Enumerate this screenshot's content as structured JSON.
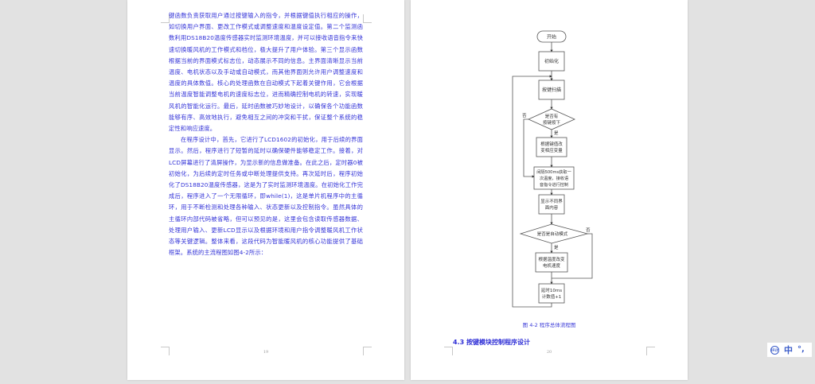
{
  "viewer": {
    "background": "#e2e2e2",
    "text_color": "#3434d8"
  },
  "page1": {
    "page_number": "19",
    "paragraphs": [
      "键函数负责获取用户通过按键输入的指令，并根据键值执行相应的操作，如切换用户界面、更改工作模式或调整速度和温度设定值。第二个监测函数利用DS18B20温度传感器实时监测环境温度，并可以接收语音指令来快速切换暖风机的工作模式和档位，极大提升了用户体验。第三个显示函数根据当前的界面模式标志位，动态展示不同的信息。主界面清晰显示当前温度、电机状态以及手动或自动模式，而其他界面则允许用户调整速度和温度的具体数值。核心的处理函数在自动模式下起着关键作用，它会根据当前温度智能调整电机的速度标志位，进而精确控制电机的转速，实现暖风机的智能化运行。最后，延时函数被巧妙地设计，以确保各个功能函数能够有序、高效地执行，避免相互之间的冲突和干扰，保证整个系统的稳定性和响应速度。",
      "在程序设计中，首先，它进行了LCD1602的初始化，用于后续的界面显示。然后，程序进行了短暂的延时以确保硬件能够稳定工作。接着，对LCD屏幕进行了清屏操作，为显示新的信息做准备。在此之后，定时器0被初始化，为后续的定时任务或中断处理提供支持。再次延时后，程序初始化了DS18B20温度传感器，这是为了实时监测环境温度。在初始化工作完成后，程序进入了一个无限循环，即while(1)，这是单片机程序中的主循环，用于不断检测和处理各种输入、状态更新以及控制指令。虽然具体的主循环内部代码被省略，但可以预见的是，这里会包含读取传感器数据、处理用户输入、更新LCD显示以及根据环境和用户指令调整暖风机工作状态等关键逻辑。整体来看，这段代码为智能暖风机的核心功能提供了基础框架。系统的主流程图如图4-2所示："
    ]
  },
  "page2": {
    "page_number": "20",
    "figure_caption": "图 4-2   程序总体流程图",
    "section_heading": "4.3  按键模块控制程序设计",
    "flowchart": {
      "start": "开始",
      "init": "初始化",
      "key_scan": "按键扫描",
      "decision_key": [
        "是否有",
        "按键按下"
      ],
      "update_vars": [
        "根据键值改",
        "变相应变量"
      ],
      "read_temp": [
        "间隔500ms获取一",
        "次温度，接收语",
        "音指令进行控制"
      ],
      "display": [
        "显示不同界",
        "面内容"
      ],
      "decision_auto": "是否是自动模式",
      "adjust_speed": [
        "根据温度改变",
        "电机速度"
      ],
      "delay": [
        "延时10ms",
        "计数值+1"
      ],
      "yes": "是",
      "no": "否"
    }
  },
  "ime": {
    "logo": "IFLY",
    "language": "中",
    "punctuation": "°,"
  }
}
